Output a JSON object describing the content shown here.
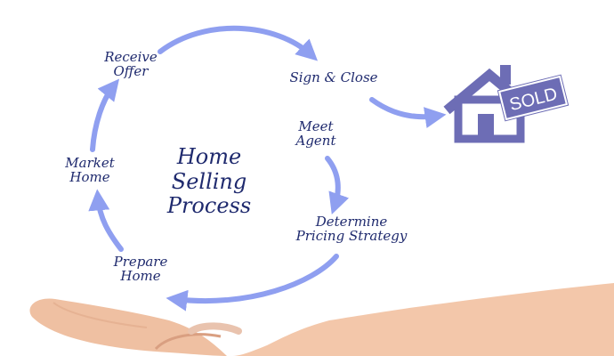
{
  "title": {
    "line1": "Home",
    "line2": "Selling",
    "line3": "Process"
  },
  "steps": [
    {
      "line1": "Meet",
      "line2": "Agent"
    },
    {
      "line1": "Determine",
      "line2": "Pricing Strategy"
    },
    {
      "line1": "Prepare",
      "line2": "Home"
    },
    {
      "line1": "Market",
      "line2": "Home"
    },
    {
      "line1": "Receive",
      "line2": "Offer"
    },
    {
      "line1": "Sign & Close"
    }
  ],
  "house_sign": "SOLD",
  "colors": {
    "text": "#1f2a6e",
    "arrow": "#8f9ff0",
    "house": "#6d6db5",
    "skin": "#f0c2a4"
  },
  "icons": [
    "house-icon",
    "hand-image"
  ]
}
